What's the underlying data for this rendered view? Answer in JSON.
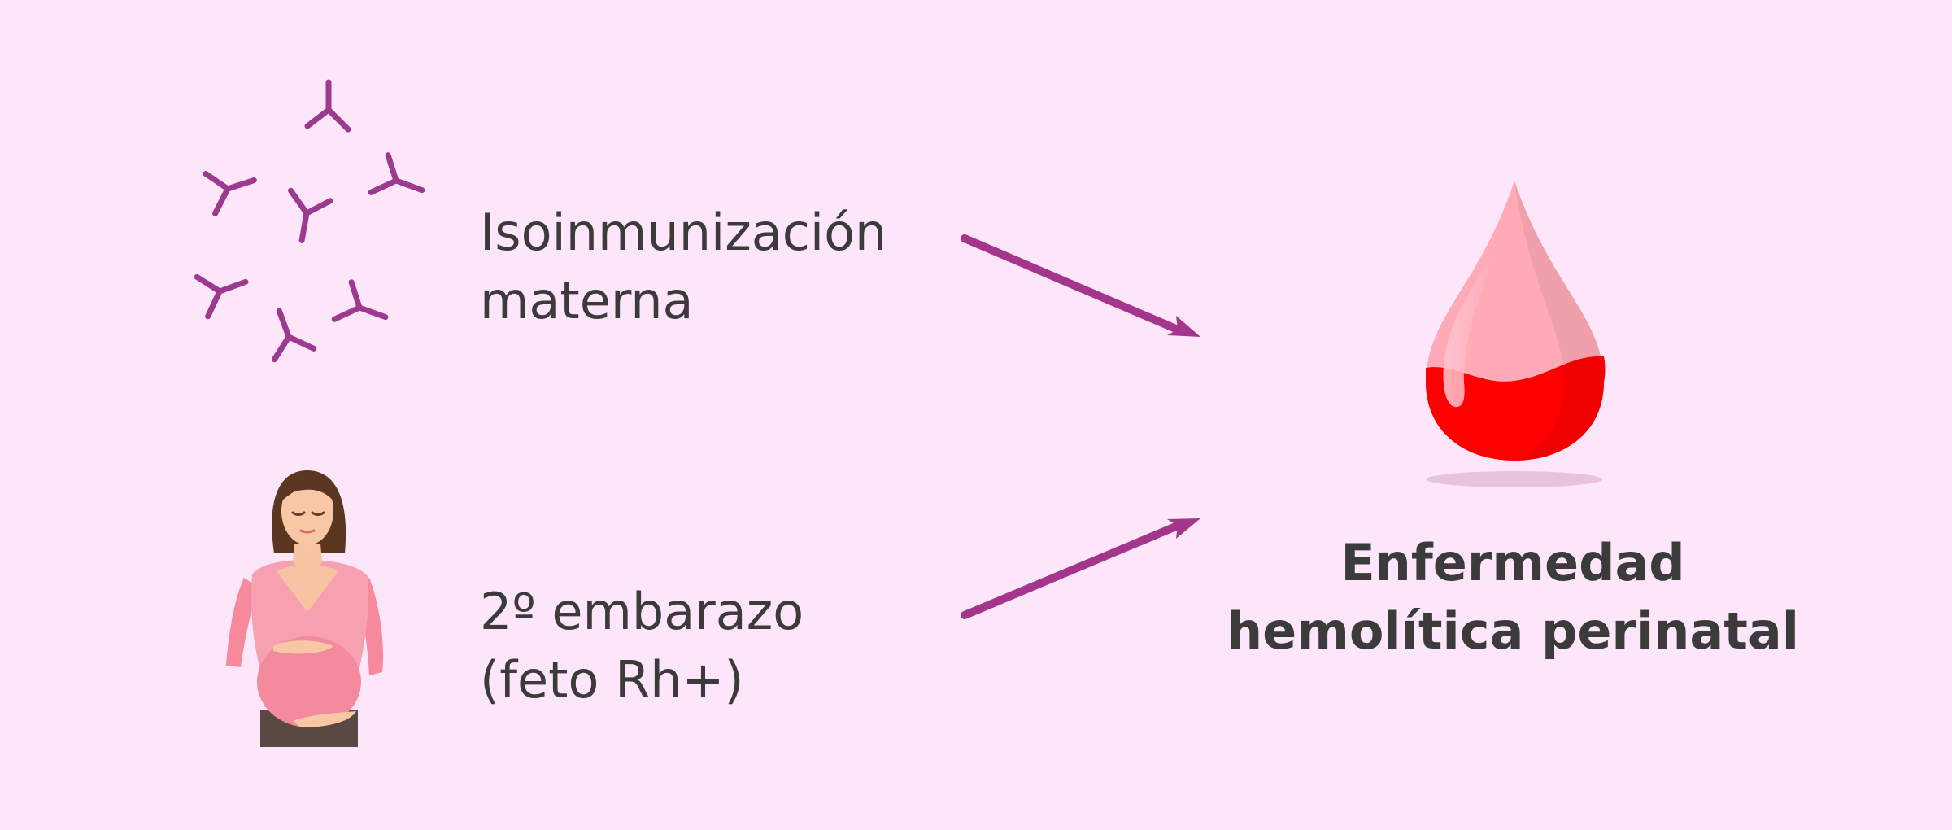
{
  "diagram": {
    "causes": [
      {
        "line1": "Isoinmunización",
        "line2": "materna",
        "icon": "antibodies-icon"
      },
      {
        "line1": "2º embarazo",
        "line2": "(feto Rh+)",
        "icon": "pregnant-woman-icon"
      }
    ],
    "result": {
      "line1": "Enfermedad",
      "line2": "hemolítica perinatal",
      "icon": "blood-drop-icon"
    },
    "colors": {
      "background": "#fde6f9",
      "arrow": "#a3358a",
      "antibody": "#9b3a8f",
      "blood": "#ff0000",
      "drop_light": "#ffaab6",
      "text": "#3b3b3b"
    }
  }
}
